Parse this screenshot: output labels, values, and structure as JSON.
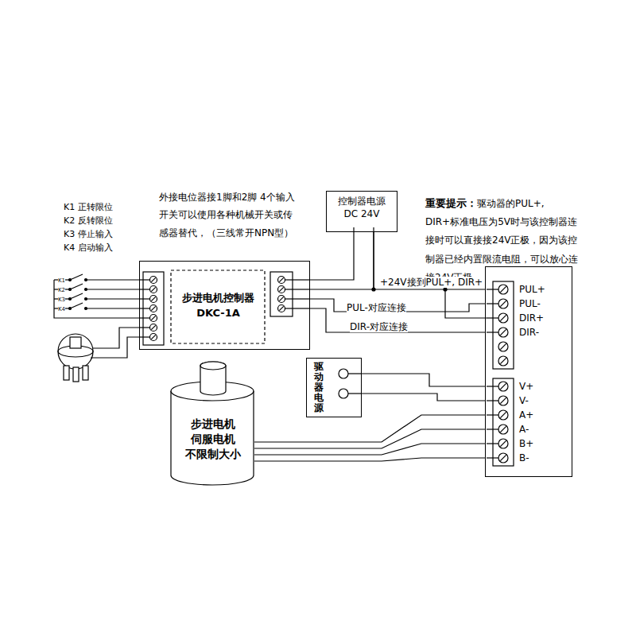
{
  "diagram": {
    "nodes": [
      {
        "text": [
          "控制器电源 DC 24V"
        ]
      },
      {
        "text": [
          "步进电机控制器 DKC-1A"
        ]
      },
      {
        "text": [
          "驱动器电源"
        ]
      },
      {
        "text": [
          "步进电机 伺服电机 不限制大小"
        ]
      },
      {
        "text": [
          "PUL+",
          "PUL-",
          "DIR+",
          "DIR-",
          "V+",
          "V-",
          "A+",
          "A-",
          "B+",
          "B-"
        ]
      }
    ],
    "edges": [
      {
        "from": 0,
        "to": 1,
        "arrow": "none"
      },
      {
        "from": 0,
        "to": 1,
        "arrow": "none"
      },
      {
        "from": 0,
        "to": 4,
        "label": "+24V接到PUL+, DIR+",
        "arrow": "none"
      },
      {
        "from": 1,
        "to": 4,
        "label": "PUL-对应连接",
        "arrow": "none"
      },
      {
        "from": 1,
        "to": 4,
        "label": "DIR-对应连接",
        "arrow": "none"
      },
      {
        "from": 2,
        "to": 4,
        "arrow": "none"
      },
      {
        "from": 2,
        "to": 4,
        "arrow": "none"
      },
      {
        "from": 3,
        "to": 4,
        "arrow": "none"
      },
      {
        "from": 3,
        "to": 4,
        "arrow": "none"
      },
      {
        "from": 3,
        "to": 4,
        "arrow": "none"
      },
      {
        "from": 3,
        "to": 4,
        "arrow": "none"
      }
    ],
    "labels": [
      "K1 正转限位",
      "K2 反转限位",
      "K3 停止输入",
      "K4 启动输入",
      "外接电位器接1脚和2脚 4个输入开关可以使用各种机械开关或传感器替代，（三线常开NPN型）",
      "重要提示：",
      "驱动器的PUL+, DIR+标准电压为5V时与该控制器连接时可以直接接24V正极，因为该控制器已经内置限流电阻，可以放心连接24V正极。",
      "K1",
      "K2",
      "K3",
      "K4"
    ]
  }
}
